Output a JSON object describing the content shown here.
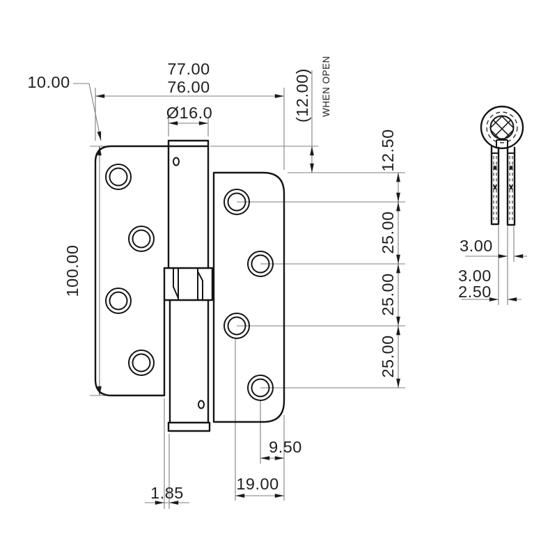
{
  "front_view": {
    "dim_overall_width_top": "77.00",
    "dim_overall_width_bottom": "76.00",
    "dim_corner_radius": "10.00",
    "dim_knuckle_diameter": "Ø16.0",
    "dim_rise_when_open": "(12.00)",
    "rise_note": "WHEN OPEN",
    "dim_top_to_first_hole": "12.50",
    "dim_hole_pitch": [
      "25.00",
      "25.00",
      "25.00"
    ],
    "dim_leaf_height": "100.00",
    "dim_hole_to_right_edge": "9.50",
    "dim_hole_col_to_edge": "19.00",
    "dim_knuckle_leaf_gap": "1.85"
  },
  "side_view": {
    "dim_leaf_thickness_right": "3.00",
    "dim_leaf_thickness_left": "3.00",
    "dim_leaf_thickness_left_alt": "2.50"
  }
}
